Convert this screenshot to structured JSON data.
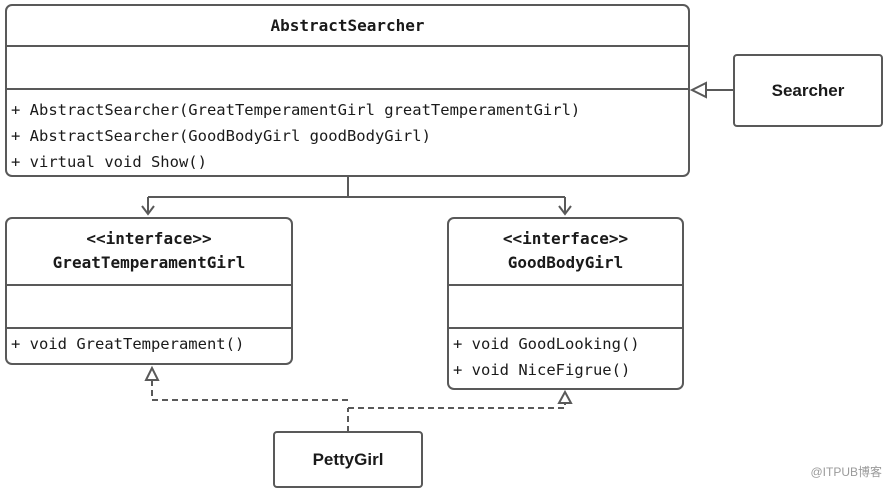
{
  "abstract_searcher": {
    "name": "AbstractSearcher",
    "methods": [
      "+ AbstractSearcher(GreatTemperamentGirl greatTemperamentGirl)",
      "+ AbstractSearcher(GoodBodyGirl goodBodyGirl)",
      "+ virtual void Show()"
    ]
  },
  "searcher": {
    "name": "Searcher"
  },
  "great_temperament_girl": {
    "stereotype": "<<interface>>",
    "name": "GreatTemperamentGirl",
    "methods": [
      "+ void GreatTemperament()"
    ]
  },
  "good_body_girl": {
    "stereotype": "<<interface>>",
    "name": "GoodBodyGirl",
    "methods": [
      "+ void GoodLooking()",
      "+ void NiceFigrue()"
    ]
  },
  "petty_girl": {
    "name": "PettyGirl"
  },
  "watermark": "@ITPUB博客",
  "colors": {
    "line": "#595959",
    "text": "#1a1a1a"
  }
}
